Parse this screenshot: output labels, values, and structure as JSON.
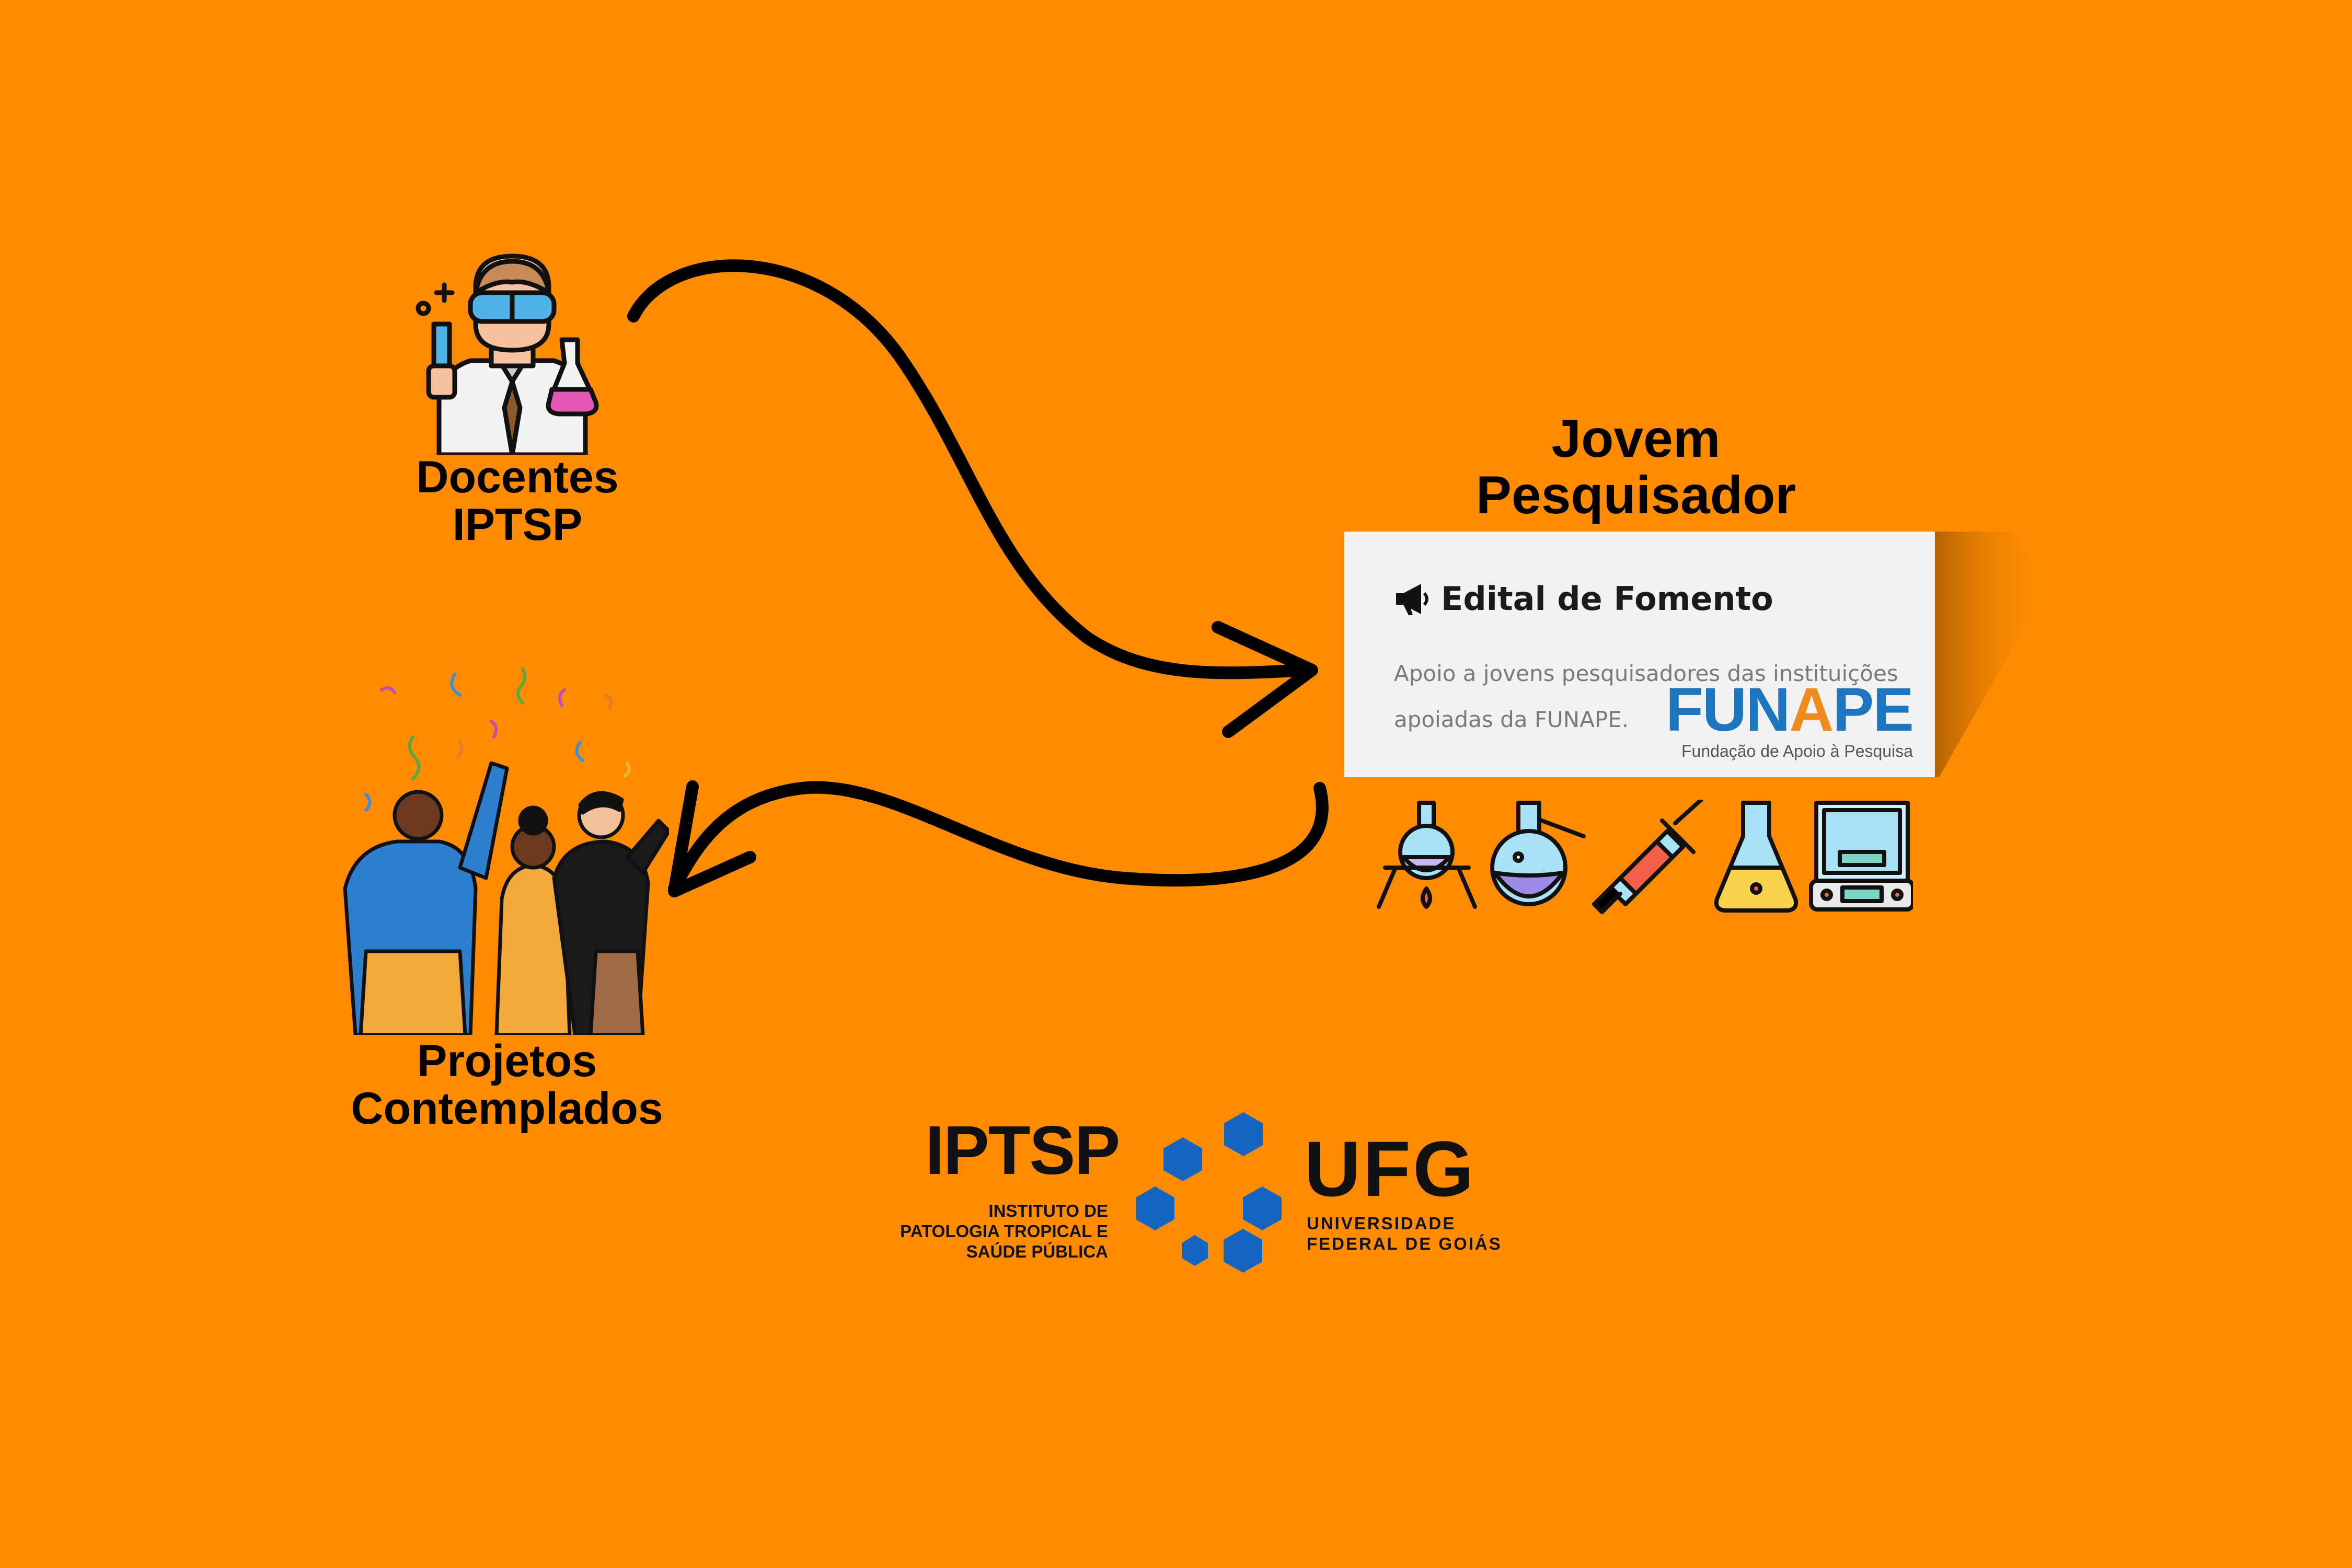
{
  "nodes": {
    "docentes": "Docentes\nIPTSP",
    "jovem": "Jovem\nPesquisador",
    "projetos": "Projetos\nContemplados"
  },
  "card": {
    "heading": "Edital de Fomento",
    "description": "Apoio a jovens pesquisadores das instituições apoiadas da FUNAPE.",
    "logo_word_1": "FUN",
    "logo_word_2": "A",
    "logo_word_3": "PE",
    "logo_sub": "Fundação de Apoio à Pesquisa"
  },
  "logos": {
    "iptsp": "IPTSP",
    "iptsp_sub": "INSTITUTO DE\nPATOLOGIA TROPICAL E\nSAÚDE PÚBLICA",
    "ufg": "UFG",
    "ufg_sub": "UNIVERSIDADE\nFEDERAL DE GOIÁS"
  },
  "colors": {
    "background": "#FF8C00",
    "funape_blue": "#1D74BF",
    "funape_orange": "#F08A1C",
    "ufg_blue": "#1565C0"
  },
  "icons": [
    "scientist-icon",
    "celebration-icon",
    "megaphone-icon",
    "burner-flask-icon",
    "round-flask-icon",
    "syringe-icon",
    "erlenmeyer-flask-icon",
    "lab-scale-icon"
  ]
}
